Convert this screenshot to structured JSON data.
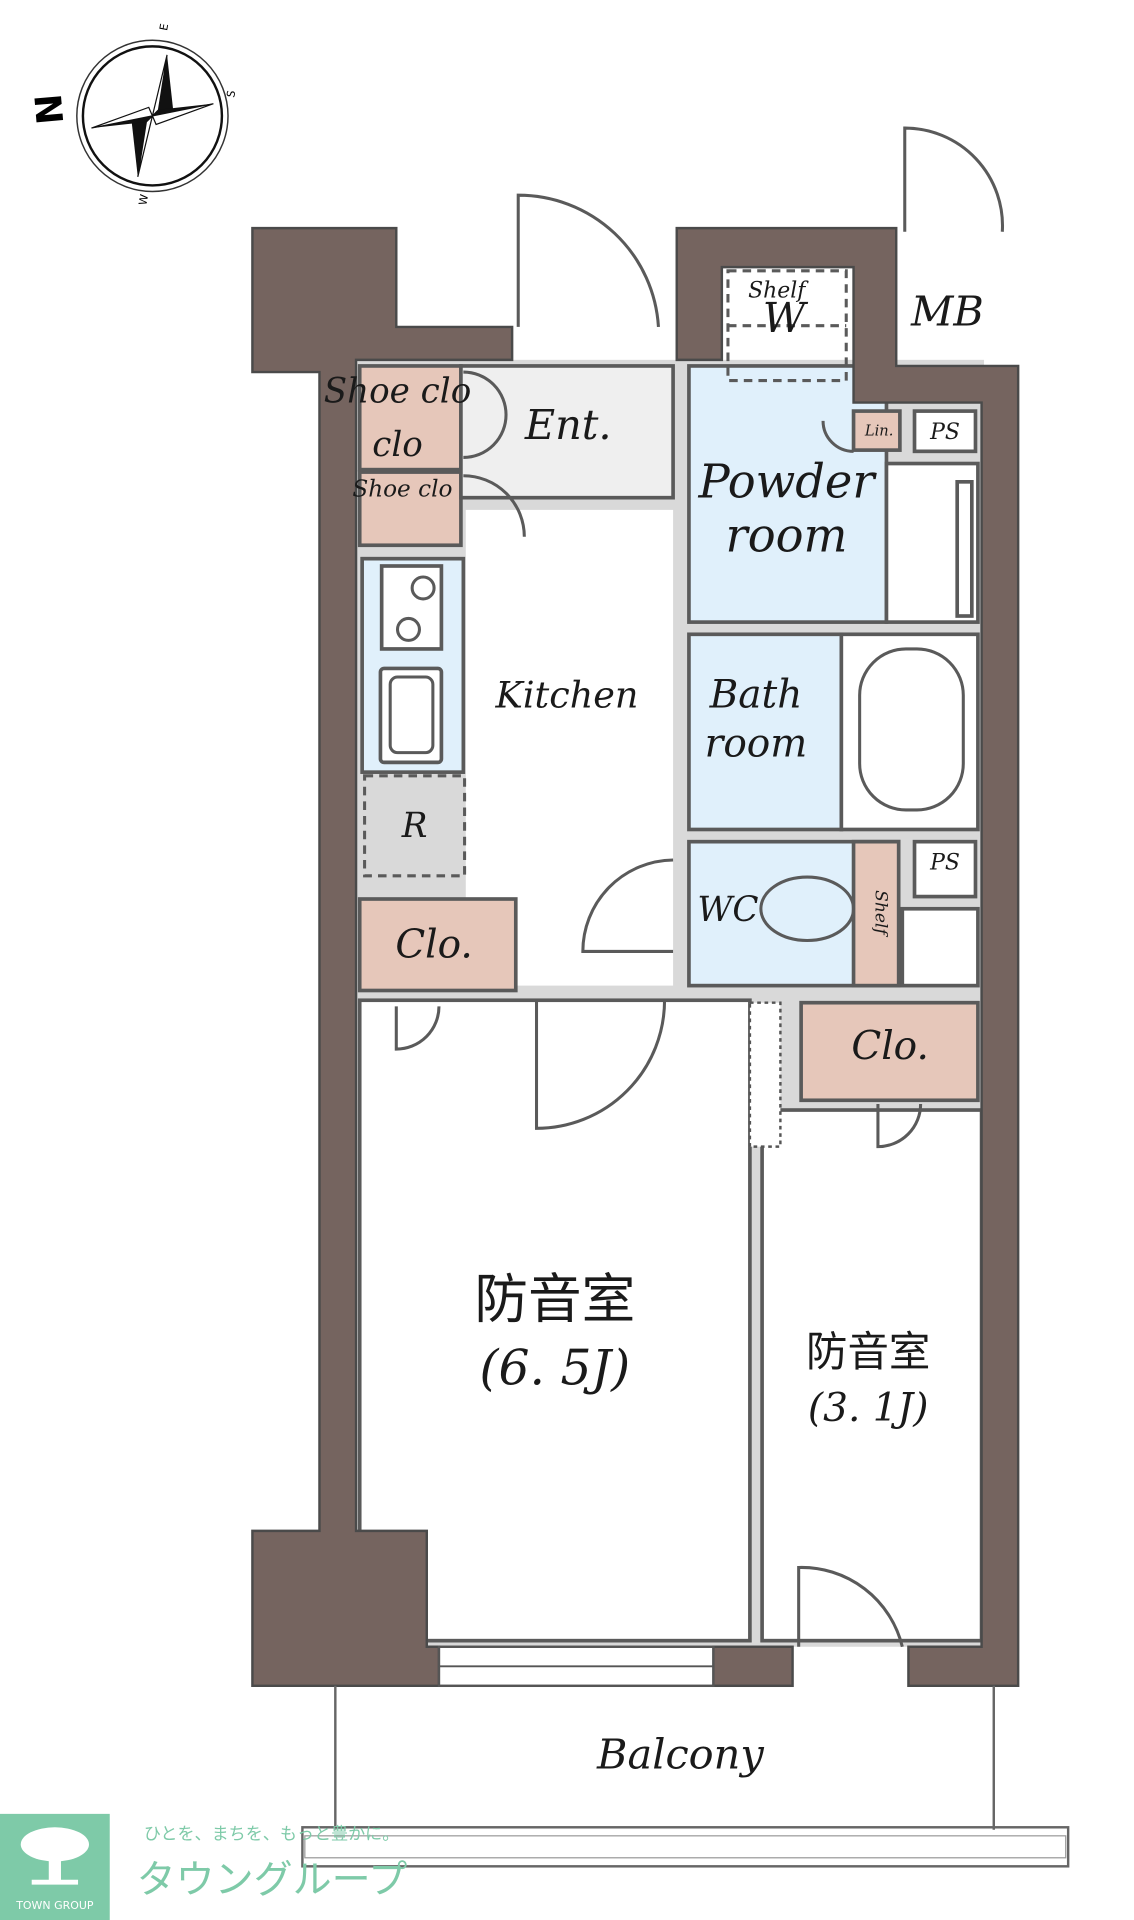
{
  "compass": {
    "n": "N",
    "e": "E",
    "s": "S",
    "w": "W"
  },
  "rooms": {
    "shoe_clo_1": "Shoe clo",
    "shoe_clo_2": "Shoe clo",
    "entrance": "Ent.",
    "kitchen": "Kitchen",
    "refrigerator": "R",
    "closet_left": "Clo.",
    "shelf_top": "Shelf",
    "washer": "W",
    "meter_box": "MB",
    "linen": "Lin.",
    "pipe_space_1": "PS",
    "pipe_space_2": "PS",
    "powder_room_1": "Powder",
    "powder_room_2": "room",
    "bathroom_1": "Bath",
    "bathroom_2": "room",
    "wc": "WC",
    "shelf_wc": "Shelf",
    "closet_right": "Clo.",
    "room_large_name": "防音室",
    "room_large_size": "(6. 5J)",
    "room_small_name": "防音室",
    "room_small_size": "(3. 1J)",
    "balcony": "Balcony"
  },
  "logo": {
    "brand_en": "TOWN GROUP",
    "tagline": "ひとを、まちを、もっと豊かに。",
    "brand_jp": "タウングループ",
    "color": "#7ecaa8"
  },
  "colors": {
    "wall": "#75645f",
    "wet_area": "#e0f0fb",
    "storage": "#e6c7ba",
    "entrance": "#efefef"
  }
}
